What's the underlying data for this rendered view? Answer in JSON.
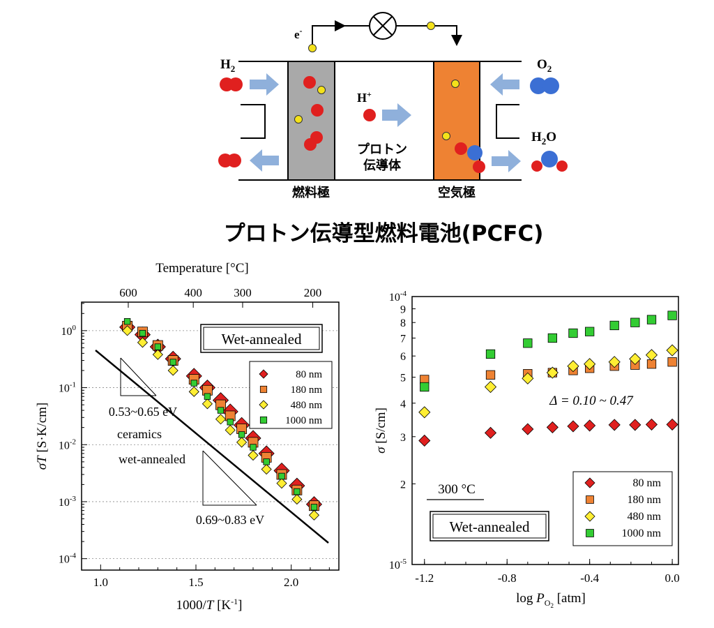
{
  "diagram": {
    "electron_label": "e",
    "electron_sup": "-",
    "h2_label": "H",
    "h2_sub": "2",
    "o2_label": "O",
    "o2_sub": "2",
    "h2o_label_a": "H",
    "h2o_label_b": "O",
    "h2o_sub": "2",
    "proton_label": "H",
    "proton_sup": "+",
    "electrolyte_line1": "プロトン",
    "electrolyte_line2": "伝導体",
    "anode_label": "燃料極",
    "cathode_label": "空気極",
    "colors": {
      "anode": "#a9a9a9",
      "cathode": "#ee8233",
      "arrow": "#8fb0db",
      "h_atom": "#e0201f",
      "o_atom": "#3b6fd4",
      "electron": "#f4e21a"
    }
  },
  "figure_title": "プロトン伝導型燃料電池(PCFC)",
  "chart_data": [
    {
      "type": "scatter",
      "x_label_text": "1000/",
      "x_label_var": "T",
      "x_label_unit": "[K",
      "x_label_exp": "-1",
      "x_label_close": "]",
      "y_label_var1": "σ",
      "y_label_var2": "T",
      "y_label_unit": "[S·K/cm]",
      "top_axis_label": "Temperature [°C]",
      "top_ticks": [
        {
          "label": "600",
          "x": 1.145
        },
        {
          "label": "400",
          "x": 1.486
        },
        {
          "label": "300",
          "x": 1.745
        },
        {
          "label": "200",
          "x": 2.113
        }
      ],
      "xlim": [
        0.9,
        2.25
      ],
      "ylim_log10": [
        -4.2,
        0.5
      ],
      "yscale": "log",
      "x_ticks": [
        "1.0",
        "1.5",
        "2.0"
      ],
      "y_ticks": [
        {
          "base": "10",
          "exp": "0",
          "v": 0
        },
        {
          "base": "10",
          "exp": "-1",
          "v": -1
        },
        {
          "base": "10",
          "exp": "-2",
          "v": -2
        },
        {
          "base": "10",
          "exp": "-3",
          "v": -3
        },
        {
          "base": "10",
          "exp": "-4",
          "v": -4
        }
      ],
      "annotation_box": "Wet-annealed",
      "annotation_ea_ceramic": "0.53~0.65 eV",
      "annotation_ceramics_1": "ceramics",
      "annotation_ceramics_2": "wet-annealed",
      "annotation_ea_film": "0.69~0.83 eV",
      "series": [
        {
          "name": "80 nm",
          "marker": "diamond",
          "color": "#e0201f",
          "x": [
            1.14,
            1.22,
            1.3,
            1.38,
            1.49,
            1.56,
            1.63,
            1.68,
            1.74,
            1.8,
            1.87,
            1.95,
            2.03,
            2.12
          ],
          "y": [
            1.15,
            0.85,
            0.52,
            0.32,
            0.16,
            0.1,
            0.06,
            0.038,
            0.022,
            0.013,
            0.007,
            0.0035,
            0.0019,
            0.0009
          ]
        },
        {
          "name": "180 nm",
          "marker": "square",
          "color": "#ee8233",
          "x": [
            1.14,
            1.22,
            1.3,
            1.38,
            1.49,
            1.56,
            1.63,
            1.68,
            1.74,
            1.8,
            1.87,
            1.95,
            2.03,
            2.12
          ],
          "y": [
            1.2,
            0.95,
            0.55,
            0.3,
            0.14,
            0.09,
            0.05,
            0.032,
            0.019,
            0.011,
            0.006,
            0.003,
            0.0016,
            0.00085
          ]
        },
        {
          "name": "480 nm",
          "marker": "diamond",
          "color": "#ffee33",
          "x": [
            1.14,
            1.22,
            1.3,
            1.38,
            1.49,
            1.56,
            1.63,
            1.68,
            1.74,
            1.8,
            1.87,
            1.95,
            2.03,
            2.12
          ],
          "y": [
            1.0,
            0.62,
            0.38,
            0.2,
            0.085,
            0.052,
            0.028,
            0.018,
            0.011,
            0.0065,
            0.0037,
            0.0021,
            0.0011,
            0.00058
          ]
        },
        {
          "name": "1000 nm",
          "marker": "square",
          "color": "#33cc33",
          "x": [
            1.14,
            1.22,
            1.3,
            1.38,
            1.49,
            1.56,
            1.63,
            1.68,
            1.74,
            1.8,
            1.87,
            1.95,
            2.03,
            2.12
          ],
          "y": [
            1.45,
            0.9,
            0.52,
            0.28,
            0.12,
            0.07,
            0.04,
            0.025,
            0.015,
            0.009,
            0.005,
            0.0028,
            0.0015,
            0.0008
          ]
        }
      ]
    },
    {
      "type": "scatter",
      "x_label_text": "log ",
      "x_label_var": "P",
      "x_label_sub": "O",
      "x_label_subsub": "2",
      "x_label_unit": " [atm]",
      "y_label_var": "σ",
      "y_label_unit": " [S/cm]",
      "xlim": [
        -1.26,
        0.03
      ],
      "ylim": [
        1e-05,
        0.0001
      ],
      "yscale": "log",
      "x_ticks": [
        "-1.2",
        "-0.8",
        "-0.4",
        "0.0"
      ],
      "y_ticks_major": [
        {
          "base": "10",
          "exp": "-4",
          "v": 0.0001
        },
        {
          "base": "10",
          "exp": "-5",
          "v": 1e-05
        }
      ],
      "y_ticks_minor": [
        "9",
        "8",
        "7",
        "6",
        "5",
        "4",
        "3",
        "2"
      ],
      "annotation_temp": "300 °C",
      "annotation_delta": "Δ = 0.10 ~ 0.47",
      "annotation_box": "Wet-annealed",
      "series": [
        {
          "name": "80 nm",
          "marker": "diamond",
          "color": "#e0201f",
          "x": [
            -1.2,
            -0.88,
            -0.7,
            -0.58,
            -0.48,
            -0.4,
            -0.28,
            -0.18,
            -0.1,
            0.0
          ],
          "y": [
            2.9e-05,
            3.1e-05,
            3.2e-05,
            3.25e-05,
            3.28e-05,
            3.3e-05,
            3.32e-05,
            3.32e-05,
            3.33e-05,
            3.33e-05
          ]
        },
        {
          "name": "180 nm",
          "marker": "square",
          "color": "#ee8233",
          "x": [
            -1.2,
            -0.88,
            -0.7,
            -0.58,
            -0.48,
            -0.4,
            -0.28,
            -0.18,
            -0.1,
            0.0
          ],
          "y": [
            4.9e-05,
            5.1e-05,
            5.15e-05,
            5.2e-05,
            5.3e-05,
            5.4e-05,
            5.5e-05,
            5.55e-05,
            5.6e-05,
            5.7e-05
          ]
        },
        {
          "name": "480 nm",
          "marker": "diamond",
          "color": "#ffee33",
          "x": [
            -1.2,
            -0.88,
            -0.7,
            -0.58,
            -0.48,
            -0.4,
            -0.28,
            -0.18,
            -0.1,
            0.0
          ],
          "y": [
            3.7e-05,
            4.6e-05,
            4.95e-05,
            5.2e-05,
            5.5e-05,
            5.6e-05,
            5.7e-05,
            5.85e-05,
            6.05e-05,
            6.3e-05
          ]
        },
        {
          "name": "1000 nm",
          "marker": "square",
          "color": "#33cc33",
          "x": [
            -1.2,
            -0.88,
            -0.7,
            -0.58,
            -0.48,
            -0.4,
            -0.28,
            -0.18,
            -0.1,
            0.0
          ],
          "y": [
            4.6e-05,
            6.1e-05,
            6.7e-05,
            7e-05,
            7.3e-05,
            7.4e-05,
            7.8e-05,
            8e-05,
            8.2e-05,
            8.5e-05
          ]
        }
      ]
    }
  ]
}
